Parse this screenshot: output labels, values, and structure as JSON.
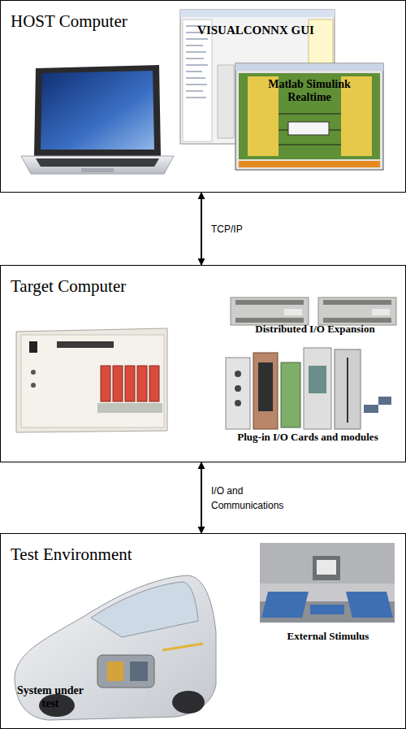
{
  "diagram": {
    "nodes": [
      {
        "text": [
          "HOST Computer"
        ]
      },
      {
        "text": [
          "Target Computer"
        ]
      },
      {
        "text": [
          "Test Environment"
        ]
      }
    ],
    "edges": [
      {
        "from": 0,
        "to": 1,
        "label": "TCP/IP",
        "arrow": "both"
      },
      {
        "from": 1,
        "to": 2,
        "label": "I/O and Communications",
        "arrow": "both"
      }
    ],
    "labels": [
      "VISUALCONNX GUI",
      "Matlab Simulink Realtime",
      "Distributed I/O Expansion",
      "Plug-in I/O Cards and modules",
      "External Stimulus",
      "System under test"
    ]
  }
}
